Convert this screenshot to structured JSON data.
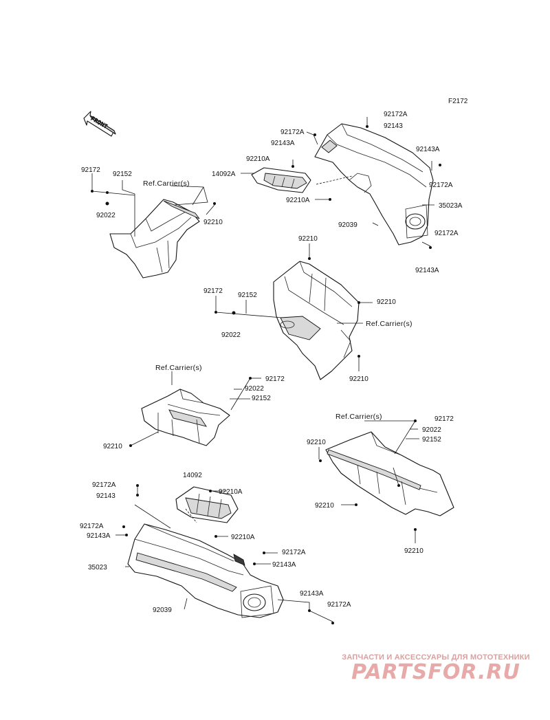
{
  "figure_code": "F2172",
  "front_marker": "FRONT",
  "watermark": {
    "tagline": "ЗАПЧАСТИ И АКСЕССУАРЫ ДЛЯ МОТОТЕХНИКИ",
    "logo": "PARTSFOR.RU"
  },
  "labels": {
    "rr_92172A_top": "92172A",
    "rr_92143_top": "92143",
    "rr_92172A_left": "92172A",
    "rr_92143A_left": "92143A",
    "rr_92210A_top": "92210A",
    "rr_14092A": "14092A",
    "rr_92210A_mid": "92210A",
    "rr_92039": "92039",
    "rr_92143A_r1": "92143A",
    "rr_92172A_r1": "92172A",
    "rr_35023A": "35023A",
    "rr_92172A_r2": "92172A",
    "rr_92143A_r2": "92143A",
    "ul_92172": "92172",
    "ul_92152": "92152",
    "ul_ref": "Ref.Carrier(s)",
    "ul_92022": "92022",
    "ul_92210": "92210",
    "c_92210_top": "92210",
    "c_92172": "92172",
    "c_92152": "92152",
    "c_92210_r": "92210",
    "c_ref": "Ref.Carrier(s)",
    "c_92022": "92022",
    "c_92210_bot": "92210",
    "ml_ref": "Ref.Carrier(s)",
    "ml_92172": "92172",
    "ml_92022": "92022",
    "ml_92152": "92152",
    "ml_92210": "92210",
    "mr_ref": "Ref.Carrier(s)",
    "mr_92172": "92172",
    "mr_92022": "92022",
    "mr_92152": "92152",
    "mr_92210_l": "92210",
    "mr_92210_b": "92210",
    "mr_92210_br": "92210",
    "lf_14092": "14092",
    "lf_92172A_t": "92172A",
    "lf_92210A": "92210A",
    "lf_92143": "92143",
    "lf_92172A_l": "92172A",
    "lf_92143A_l": "92143A",
    "lf_92210A_m": "92210A",
    "lf_92172A_r": "92172A",
    "lf_35023": "35023",
    "lf_92143A_r": "92143A",
    "lf_92143A_b": "92143A",
    "lf_92039": "92039",
    "lf_92172A_b": "92172A"
  }
}
